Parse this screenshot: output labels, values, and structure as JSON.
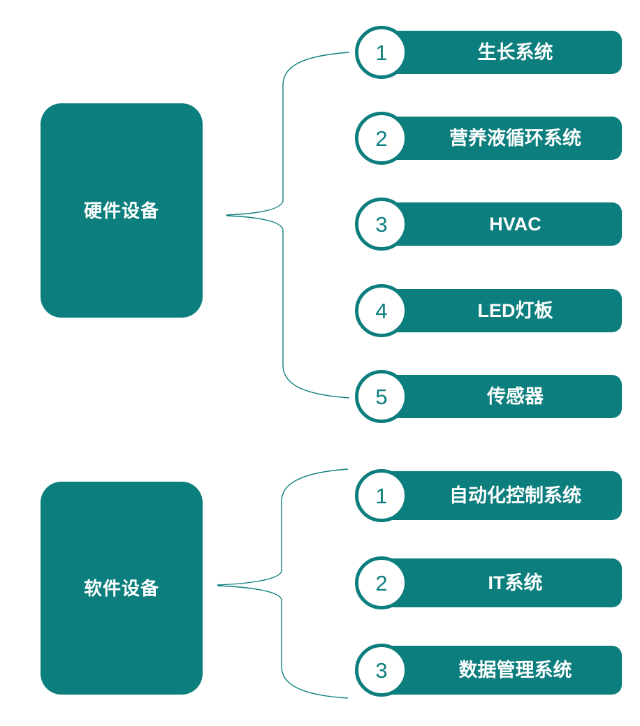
{
  "theme": {
    "accent": "#0C7E7D",
    "brace_stroke": "#0F7F7E",
    "label_text": "#FFFFFF",
    "number_text": "#0C7E7D",
    "background": "#FFFFFF"
  },
  "groups": [
    {
      "id": "hardware",
      "category_label": "硬件设备",
      "items": [
        {
          "number": "1",
          "label": "生长系统"
        },
        {
          "number": "2",
          "label": "营养液循环系统"
        },
        {
          "number": "3",
          "label": "HVAC"
        },
        {
          "number": "4",
          "label": "LED灯板"
        },
        {
          "number": "5",
          "label": "传感器"
        }
      ]
    },
    {
      "id": "software",
      "category_label": "软件设备",
      "items": [
        {
          "number": "1",
          "label": "自动化控制系统"
        },
        {
          "number": "2",
          "label": "IT系统"
        },
        {
          "number": "3",
          "label": "数据管理系统"
        }
      ]
    }
  ]
}
